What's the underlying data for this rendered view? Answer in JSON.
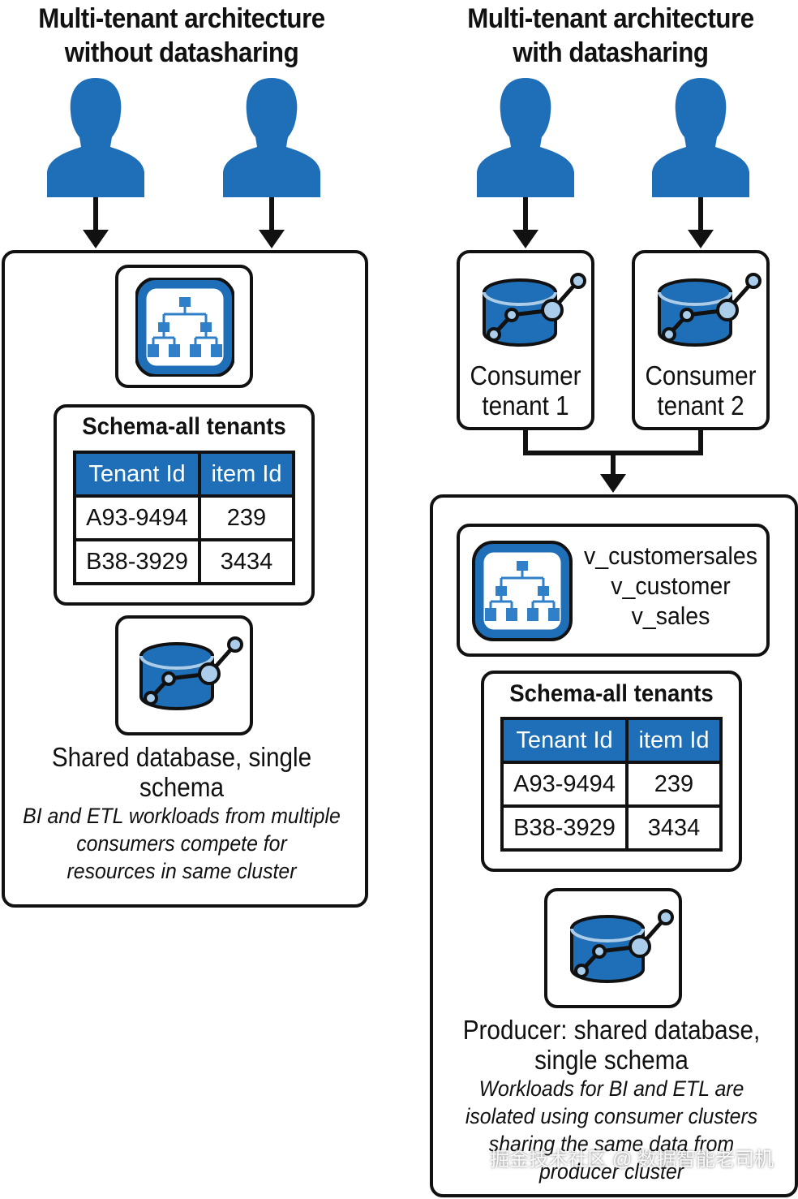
{
  "left": {
    "title_line1": "Multi-tenant architecture",
    "title_line2": "without datasharing",
    "schema_title": "Schema-all tenants",
    "table": {
      "headers": [
        "Tenant Id",
        "item Id"
      ],
      "rows": [
        [
          "A93-9494",
          "239"
        ],
        [
          "B38-3929",
          "3434"
        ]
      ]
    },
    "db_label_line1": "Shared database, single",
    "db_label_line2": "schema",
    "note_line1": "BI and ETL workloads from multiple",
    "note_line2": "consumers compete for",
    "note_line3": "resources in same cluster"
  },
  "right": {
    "title_line1": "Multi-tenant architecture",
    "title_line2": "with datasharing",
    "consumer1_line1": "Consumer",
    "consumer1_line2": "tenant 1",
    "consumer2_line1": "Consumer",
    "consumer2_line2": "tenant 2",
    "views": [
      "v_customersales",
      "v_customer",
      "v_sales"
    ],
    "schema_title": "Schema-all tenants",
    "table": {
      "headers": [
        "Tenant Id",
        "item Id"
      ],
      "rows": [
        [
          "A93-9494",
          "239"
        ],
        [
          "B38-3929",
          "3434"
        ]
      ]
    },
    "db_label_line1": "Producer: shared database,",
    "db_label_line2": "single schema",
    "note_line1": "Workloads for BI and ETL are",
    "note_line2": "isolated using consumer clusters",
    "note_line3": "sharing the same data from",
    "note_line4": "producer cluster"
  },
  "watermark": "掘金技术社区 @ 数据智能老司机",
  "colors": {
    "accent": "#1f6fb8",
    "icon_light": "#a9cdea",
    "stroke": "#111111"
  }
}
